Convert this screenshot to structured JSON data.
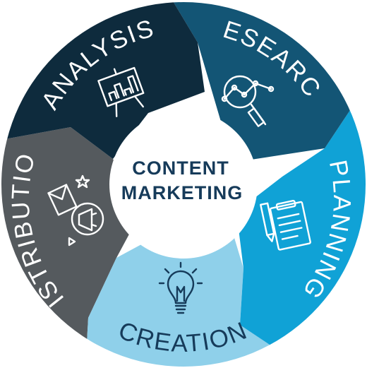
{
  "center": {
    "line1": "CONTENT",
    "line2": "MARKETING"
  },
  "segments": [
    {
      "key": "analysis",
      "label": "ANALYSIS",
      "color": "#0e2b3d",
      "icon": "presentation-board-icon"
    },
    {
      "key": "research",
      "label": "RESEARCH",
      "color": "#135575",
      "icon": "magnifier-chart-icon"
    },
    {
      "key": "planning",
      "label": "PLANNING",
      "color": "#10a2d6",
      "icon": "clipboard-pencil-icon"
    },
    {
      "key": "creation",
      "label": "CREATION",
      "color": "#8fd0ea",
      "icon": "lightbulb-icon"
    },
    {
      "key": "distribution",
      "label": "DISTRIBUTION",
      "color": "#555a5e",
      "icon": "share-megaphone-icon"
    }
  ]
}
